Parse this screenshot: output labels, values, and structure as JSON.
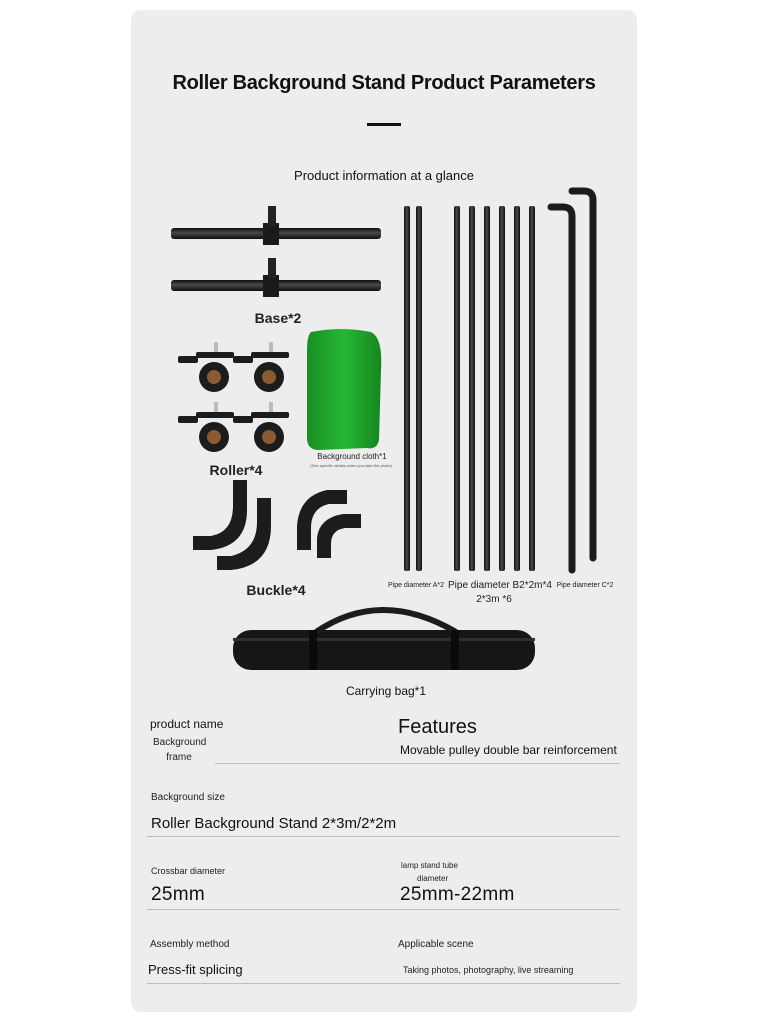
{
  "header": {
    "title": "Roller Background Stand Product Parameters",
    "subtitle": "Product information at a glance"
  },
  "components": {
    "base": "Base*2",
    "roller": "Roller*4",
    "cloth": "Background cloth*1",
    "cloth_note": "(See specific details when you take the photo)",
    "buckle": "Buckle*4",
    "pipe_a": "Pipe diameter A*2",
    "pipe_b_line1": "Pipe diameter B2*2m*4",
    "pipe_b_line2": "2*3m *6",
    "pipe_c": "Pipe diameter C*2",
    "bag": "Carrying bag*1"
  },
  "specs": {
    "product_name_label": "product name",
    "product_name_value_1": "Background",
    "product_name_value_2": "frame",
    "features_label": "Features",
    "features_value": "Movable pulley double bar reinforcement",
    "size_label": "Background size",
    "size_value": "Roller Background Stand 2*3m/2*2m",
    "crossbar_label": "Crossbar diameter",
    "crossbar_value": "25mm",
    "tube_label_1": "lamp stand tube",
    "tube_label_2": "diameter",
    "tube_value": "25mm-22mm",
    "assembly_label": "Assembly method",
    "assembly_value": "Press-fit splicing",
    "scene_label": "Applicable scene",
    "scene_value": "Taking photos, photography, live streaming"
  },
  "colors": {
    "card_bg": "#ededed",
    "cloth_green": "#1fa52a",
    "metal_black": "#1c1c1c"
  }
}
